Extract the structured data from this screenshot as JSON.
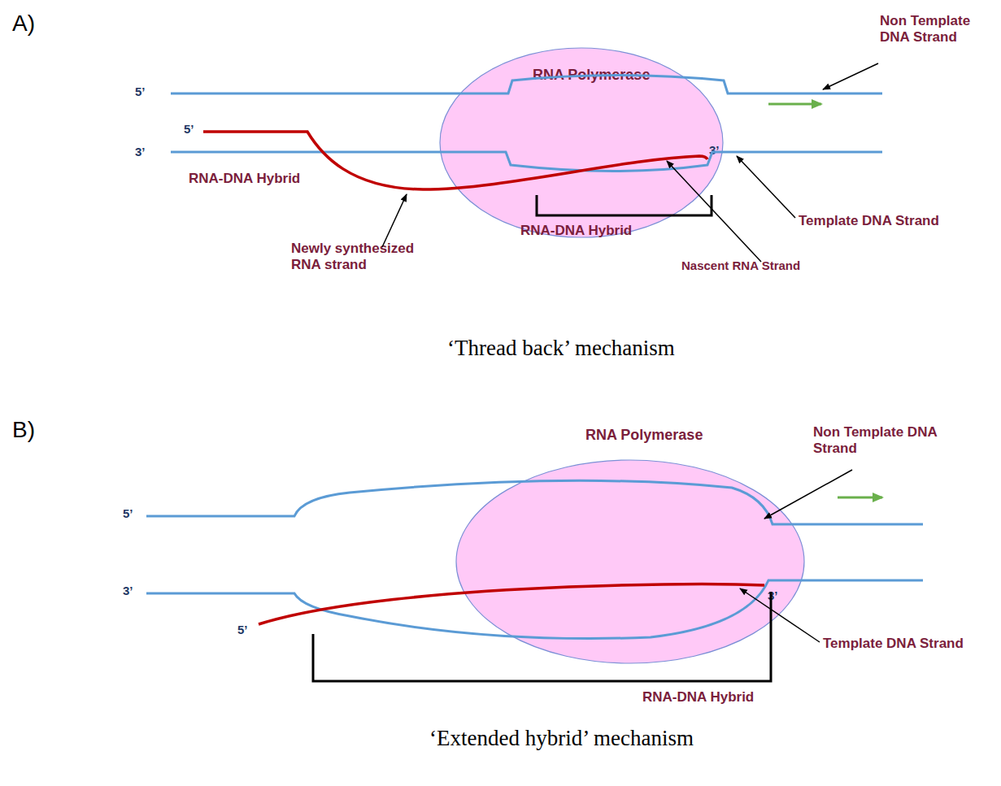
{
  "diagram": {
    "nodes": [
      {
        "text": [
          "RNA Polymerase"
        ]
      },
      {
        "text": [
          "RNA Polymerase"
        ]
      }
    ],
    "labels": [
      "A)",
      "5’",
      "3’",
      "5’",
      "RNA-DNA Hybrid",
      "Non Template DNA Strand",
      "3’",
      "Template DNA Strand",
      "Newly synthesized RNA strand",
      "RNA-DNA Hybrid",
      "Nascent RNA Strand",
      "‘Thread back’ mechanism",
      "B)",
      "5’",
      "3’",
      "5’",
      "Non Template DNA Strand",
      "3’",
      "Template DNA Strand",
      "RNA-DNA Hybrid",
      "‘Extended hybrid’ mechanism"
    ]
  }
}
